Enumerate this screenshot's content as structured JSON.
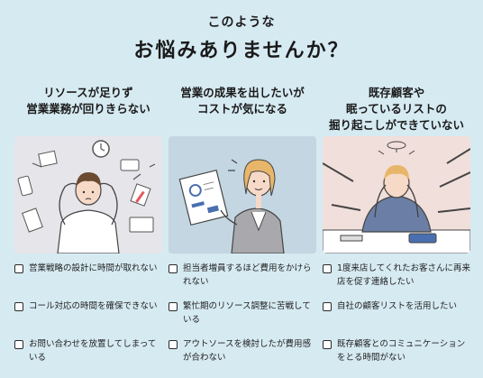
{
  "header": {
    "intro": "このような",
    "title": "お悩みありませんか？"
  },
  "columns": [
    {
      "heading_lines": [
        "リソースが足りず",
        "営業業務が回りきらない"
      ],
      "illustration": "overwhelmed-worker-illustration",
      "items": [
        "営業戦略の設計に時間が取れない",
        "コール対応の時間を確保できない",
        "お問い合わせを放置してしまっている"
      ]
    },
    {
      "heading_lines": [
        "営業の成果を出したいが",
        "コストが気になる"
      ],
      "illustration": "woman-with-report-illustration",
      "items": [
        "担当者増員するほど費用をかけられない",
        "繁忙期のリソース調整に苦戦している",
        "アウトソースを検討したが費用感が合わない"
      ]
    },
    {
      "heading_lines": [
        "既存顧客や",
        "眠っているリストの",
        "掘り起こしができていない"
      ],
      "illustration": "stressed-man-at-desk-illustration",
      "items": [
        "1度来店してくれたお客さんに再来店を促す連絡したい",
        "自社の顧客リストを活用したい",
        "既存顧客とのコミュニケーションをとる時間がない"
      ]
    }
  ],
  "colors": {
    "background": "#d6eaf2",
    "panel_gray": "#e5e5ea",
    "panel_blue": "#c3d6e2",
    "panel_pink": "#f1dfdb",
    "text": "#1a1a1a"
  }
}
